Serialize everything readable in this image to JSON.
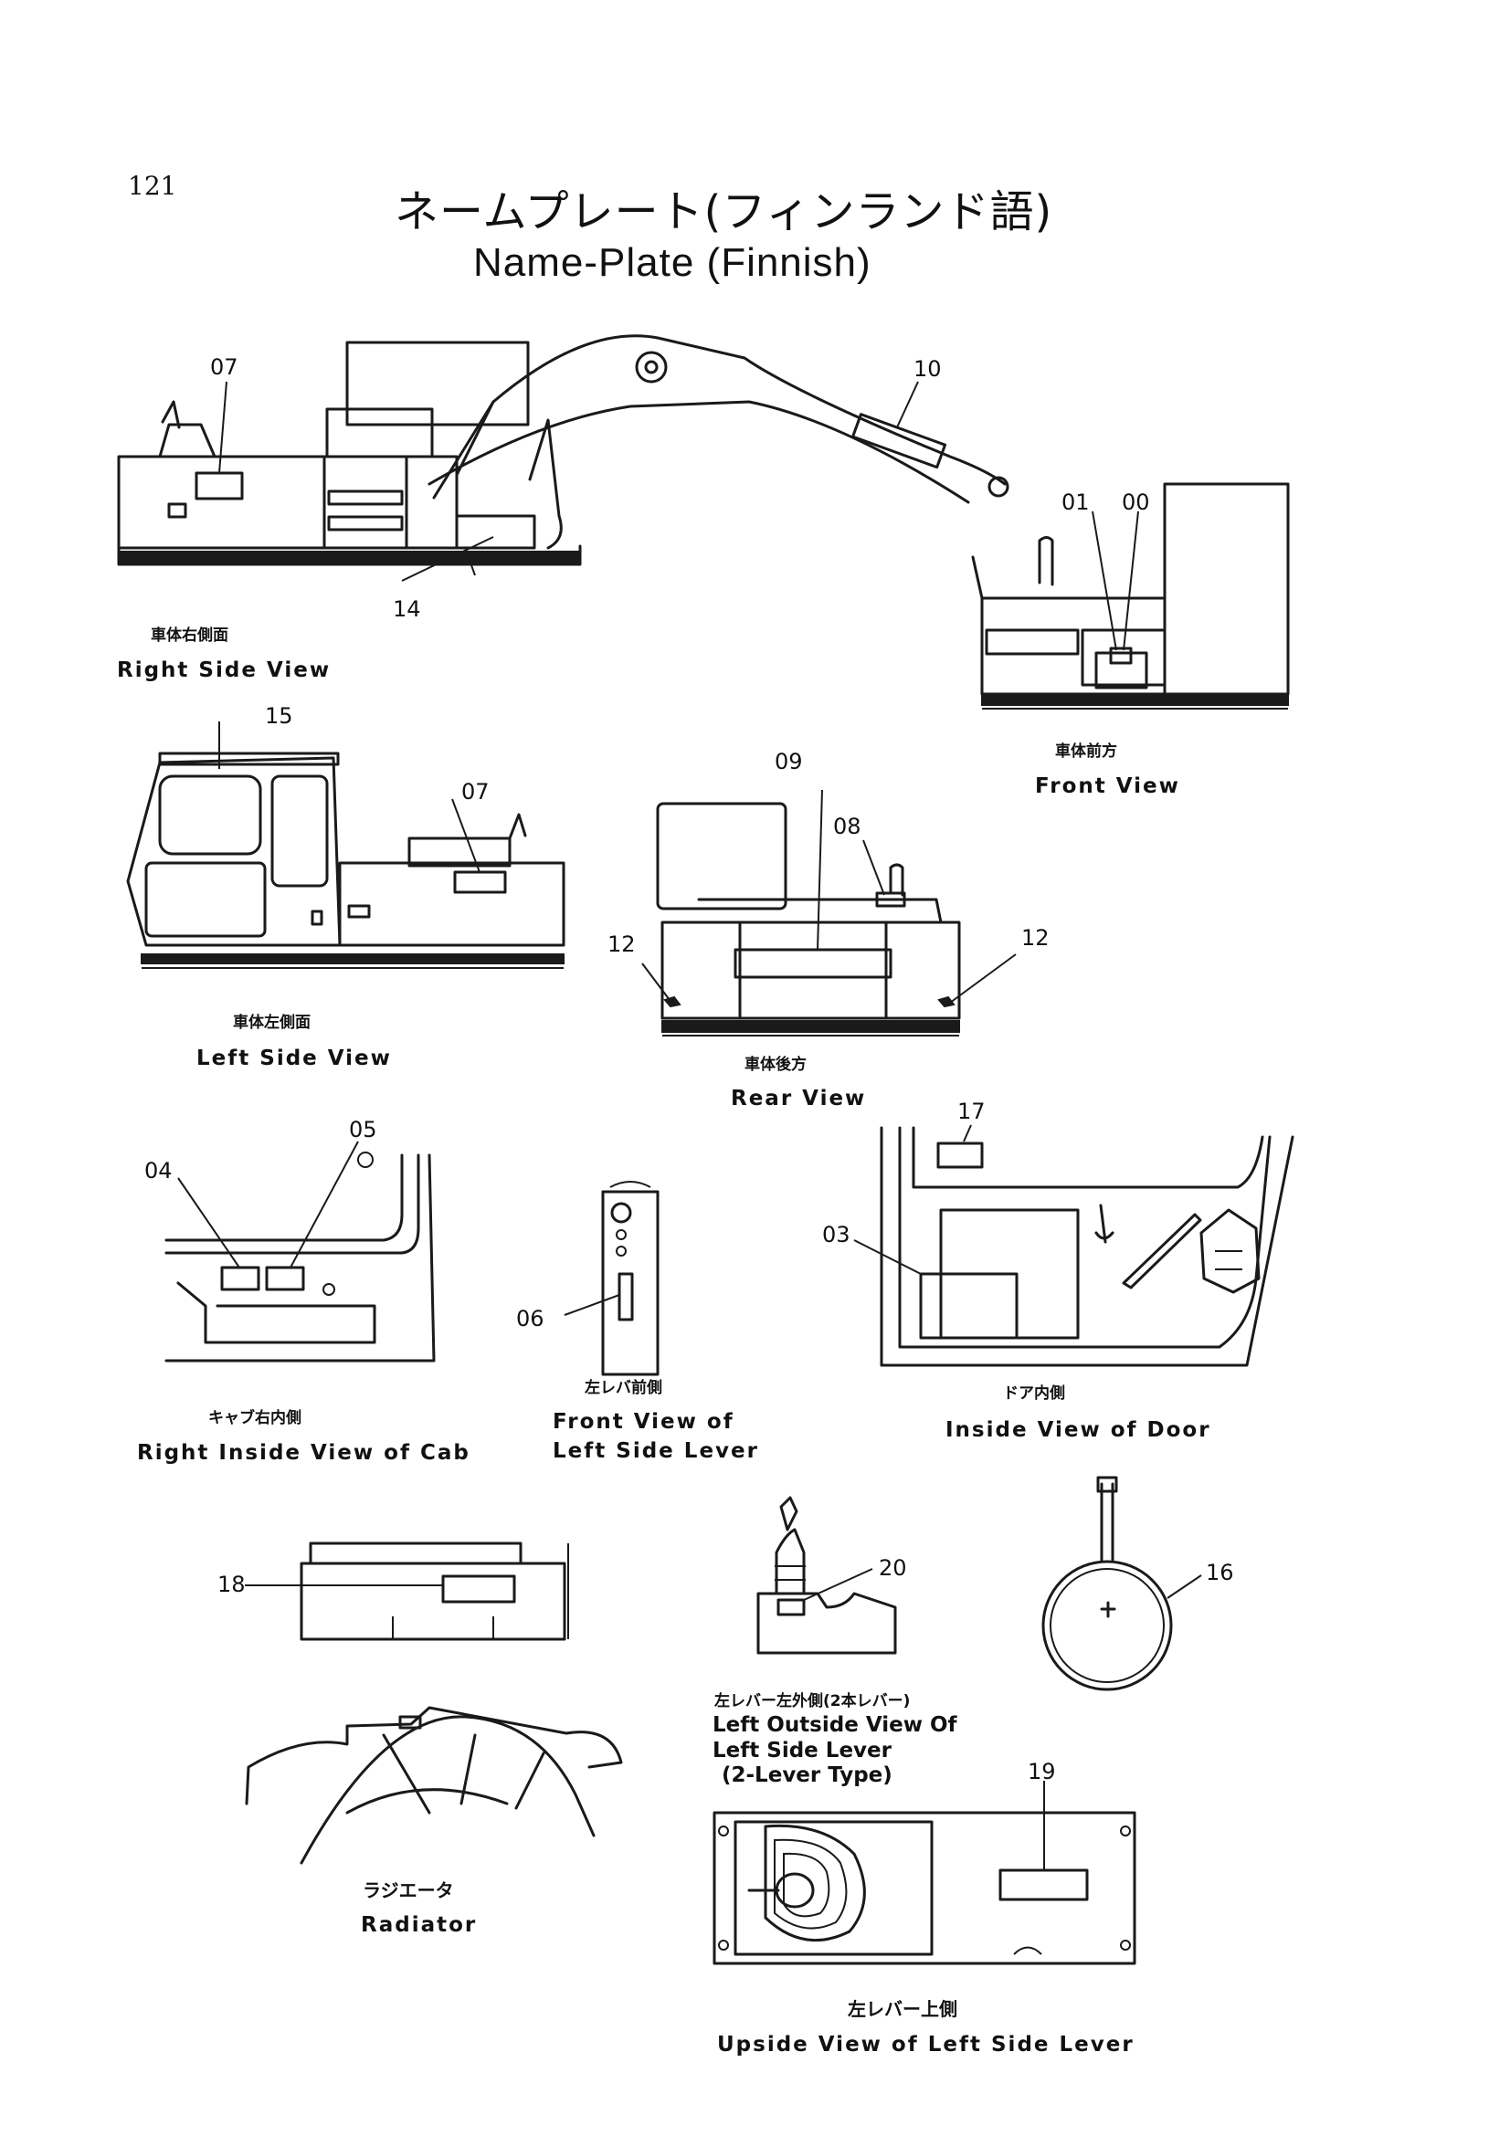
{
  "page_number": "121",
  "title_jp": "ネームプレート(フィンランド語)",
  "title_en": "Name-Plate (Finnish)",
  "views": {
    "right_side": {
      "jp": "車体右側面",
      "en": "Right Side View"
    },
    "front": {
      "jp": "車体前方",
      "en": "Front View"
    },
    "left_side": {
      "jp": "車体左側面",
      "en": "Left Side View"
    },
    "rear": {
      "jp": "車体後方",
      "en": "Rear View"
    },
    "cab_inside": {
      "jp": "キャブ右内側",
      "en": "Right Inside View of Cab"
    },
    "front_lever": {
      "jp": "左レバ前側",
      "en_line1": "Front View of",
      "en_line2": "Left Side Lever"
    },
    "door": {
      "jp": "ドア内側",
      "en": "Inside View of Door"
    },
    "outside_lever": {
      "jp": "左レバー左外側(2本レバー)",
      "en_line1": "Left Outside View Of",
      "en_line2": "Left Side Lever",
      "en_line3": "(2-Lever Type)"
    },
    "radiator": {
      "jp": "ラジエータ",
      "en": "Radiator"
    },
    "upside_lever": {
      "jp": "左レバー上側",
      "en": "Upside View of Left Side Lever"
    }
  },
  "callouts": {
    "c07a": "07",
    "c10": "10",
    "c14": "14",
    "c01": "01",
    "c00": "00",
    "c15": "15",
    "c07b": "07",
    "c09": "09",
    "c08": "08",
    "c12a": "12",
    "c12b": "12",
    "c04": "04",
    "c05": "05",
    "c06": "06",
    "c17": "17",
    "c03": "03",
    "c18": "18",
    "c20": "20",
    "c16": "16",
    "c19": "19"
  }
}
